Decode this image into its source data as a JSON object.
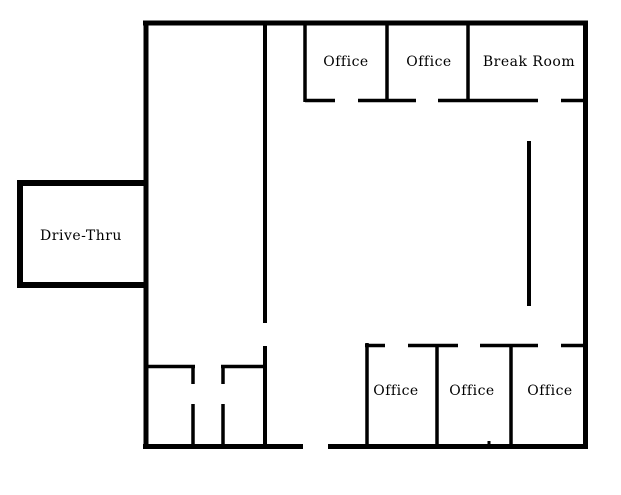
{
  "floor_plan": {
    "rooms": [
      {
        "id": "drive-thru",
        "label": "Drive-Thru"
      },
      {
        "id": "office-top-1",
        "label": "Office"
      },
      {
        "id": "office-top-2",
        "label": "Office"
      },
      {
        "id": "break-room",
        "label": "Break Room"
      },
      {
        "id": "office-bottom-1",
        "label": "Office"
      },
      {
        "id": "office-bottom-2",
        "label": "Office"
      },
      {
        "id": "office-bottom-3",
        "label": "Office"
      }
    ],
    "colors": {
      "wall": "#000000",
      "background": "#ffffff"
    }
  }
}
